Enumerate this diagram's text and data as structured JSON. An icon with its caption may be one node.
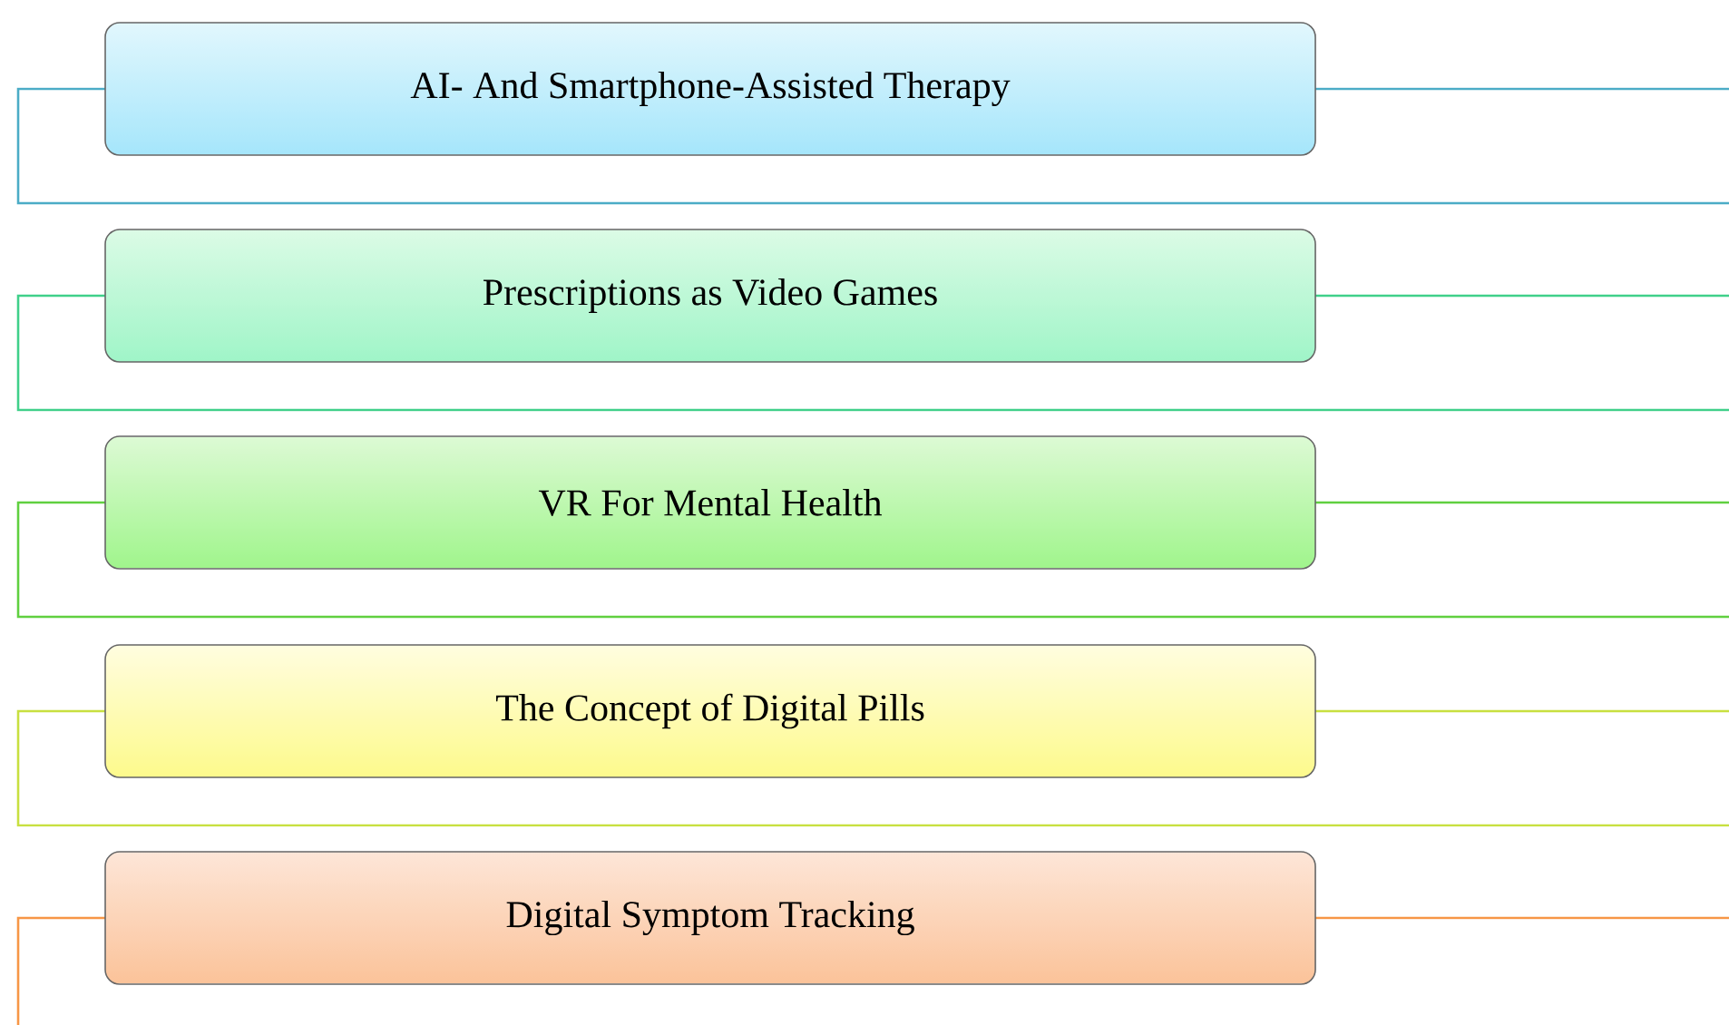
{
  "diagram": {
    "nodes": [
      {
        "text": [
          "AI- And Smartphone-Assisted Therapy"
        ]
      },
      {
        "text": [
          "Prescriptions as Video Games"
        ]
      },
      {
        "text": [
          "VR For Mental Health"
        ]
      },
      {
        "text": [
          "The Concept of Digital Pills"
        ]
      },
      {
        "text": [
          "Digital Symptom Tracking"
        ]
      }
    ]
  }
}
